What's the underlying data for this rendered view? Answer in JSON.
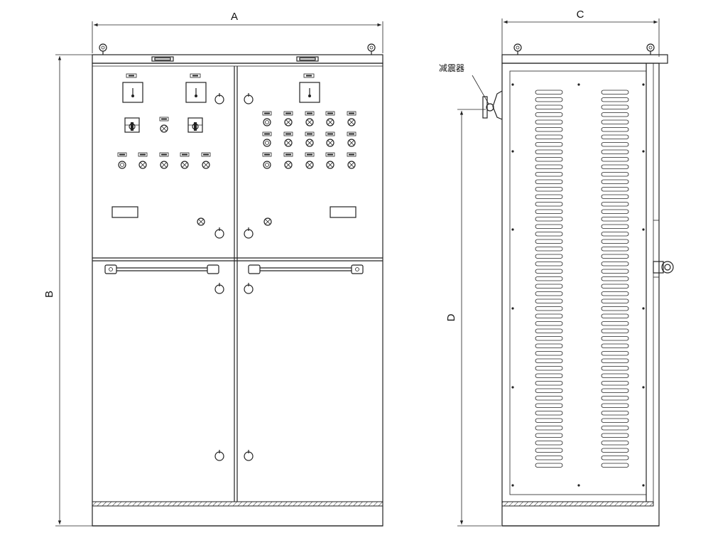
{
  "labels": {
    "dim_a": "A",
    "dim_b": "B",
    "dim_c": "C",
    "dim_d": "D",
    "damper": "减震器"
  },
  "colors": {
    "line": "#222222",
    "background": "#ffffff"
  }
}
